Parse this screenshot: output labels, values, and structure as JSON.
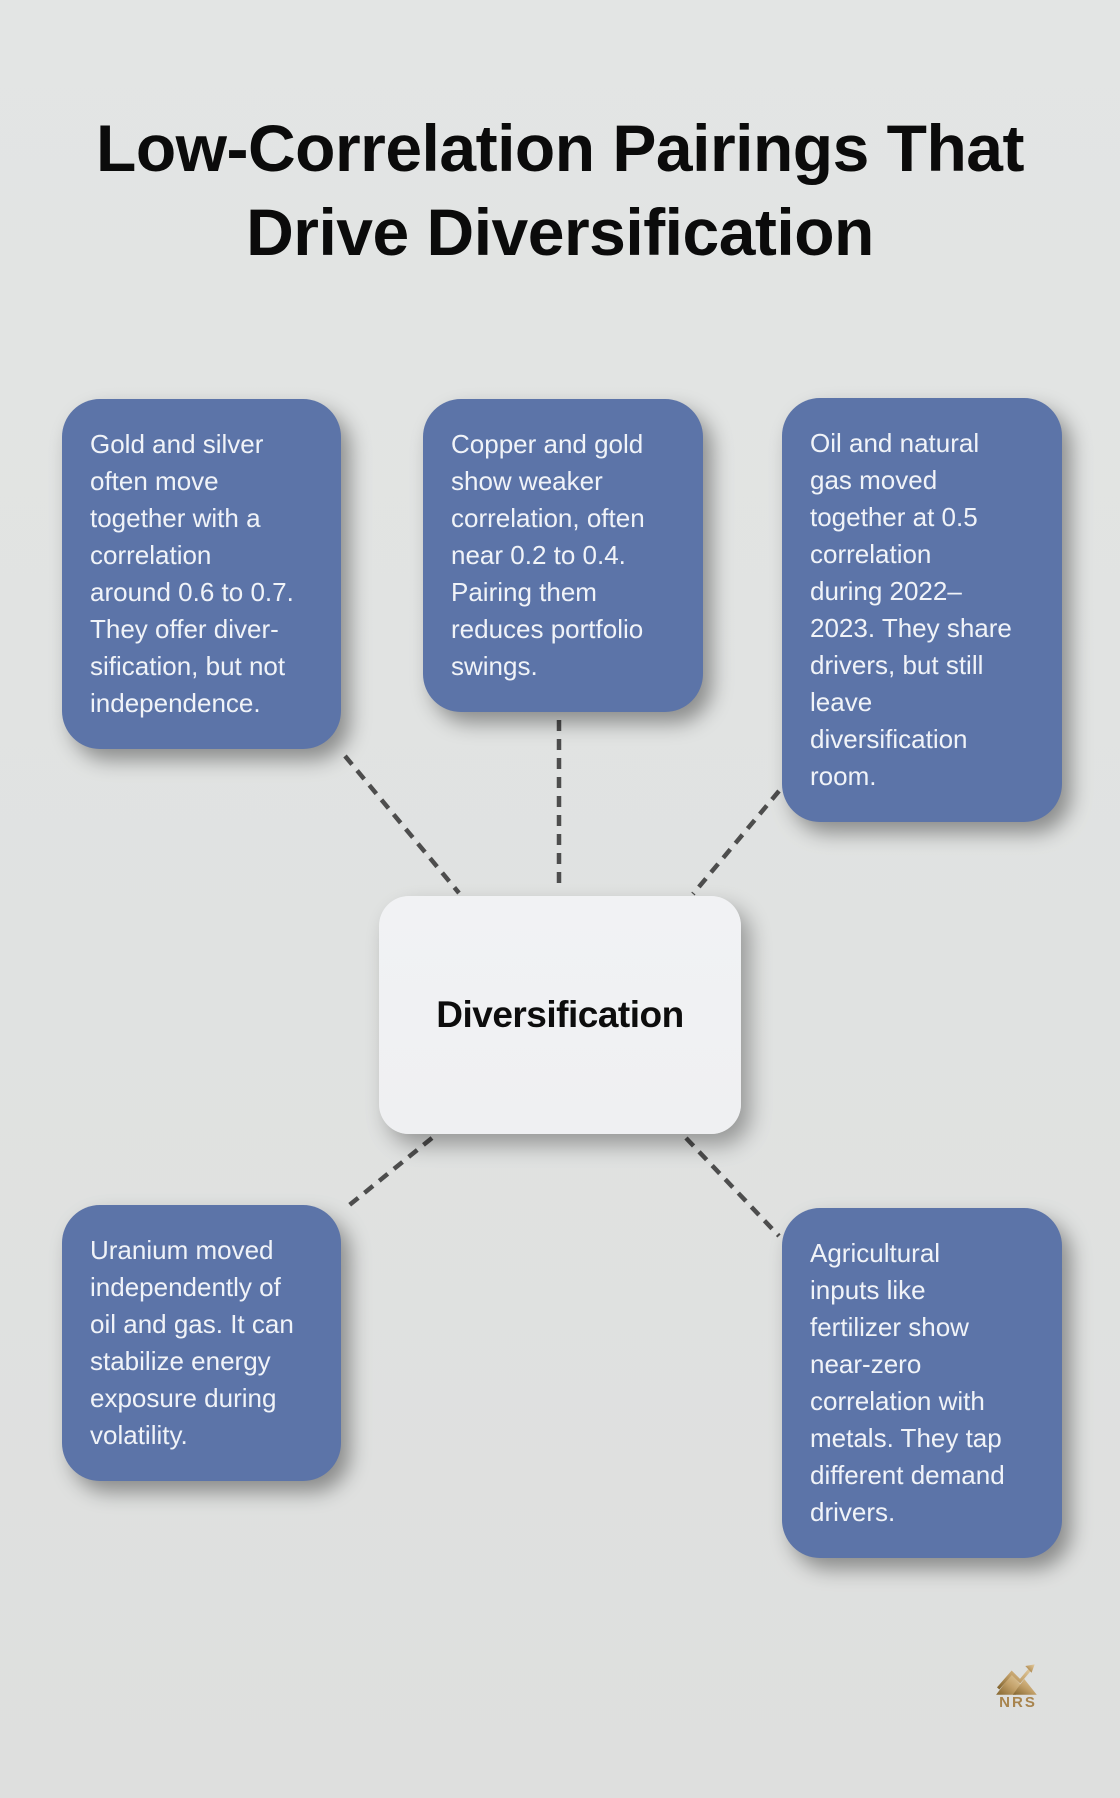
{
  "title": {
    "text": "Low-Correlation Pairings That\nDrive Diversification"
  },
  "center_node": {
    "label": "Diversification"
  },
  "nodes": [
    {
      "id": "gold-silver",
      "text": "Gold and silver\noften move\ntogether with a\ncorrelation\naround 0.6 to 0.7.\nThey offer diver-\nsification, but not\nindependence."
    },
    {
      "id": "copper-gold",
      "text": "Copper and gold\nshow weaker\ncorrelation, often\nnear 0.2 to 0.4.\nPairing them\nreduces portfolio\nswings."
    },
    {
      "id": "oil-natural-gas",
      "text": "Oil and natural\ngas moved\ntogether at 0.5\ncorrelation\nduring 2022–\n2023. They share\ndrivers, but still\nleave\ndiversification\nroom."
    },
    {
      "id": "uranium",
      "text": "Uranium moved\nindependently of\noil and gas. It can\nstabilize energy\nexposure during\nvolatility."
    },
    {
      "id": "agricultural-inputs",
      "text": "Agricultural\ninputs like\nfertilizer show\nnear-zero\ncorrelation with\nmetals. They tap\ndifferent demand\ndrivers."
    }
  ],
  "logo": {
    "label": "NRS",
    "icon": "mountain-arrow-icon"
  },
  "colors": {
    "background": "#e0e2e1",
    "node_fill": "#5c74a8",
    "node_text": "#f0f3f8",
    "center_fill": "#eff0f2",
    "center_text": "#0d0d0d",
    "title_color": "#0b0b0b",
    "connector": "#4d4d4d",
    "logo_gold": "#a8844d"
  }
}
